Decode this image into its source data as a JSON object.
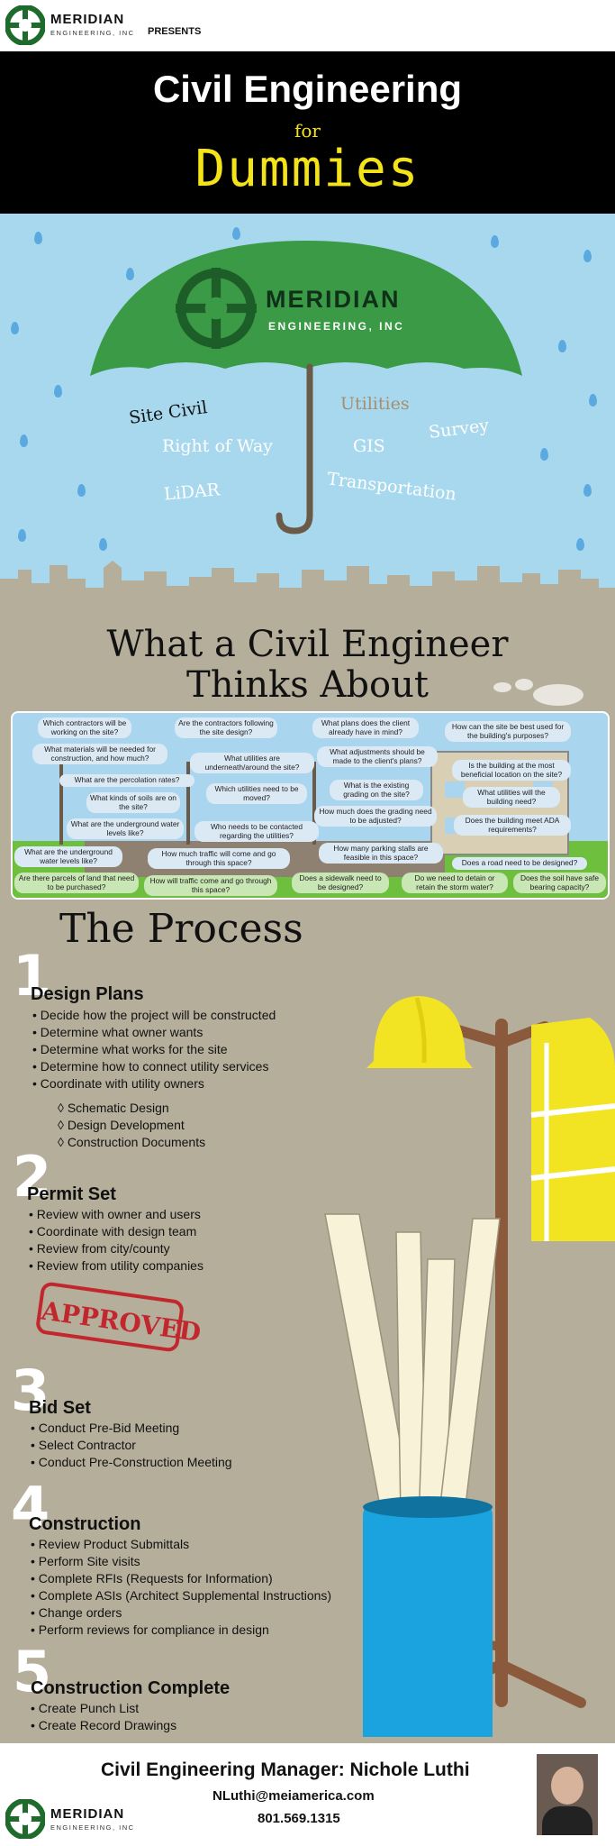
{
  "header": {
    "logo_name": "MERIDIAN",
    "logo_sub": "ENGINEERING, INC",
    "presents": "PRESENTS"
  },
  "title": {
    "line1": "Civil Engineering",
    "line2": "for",
    "line3": "Dummies"
  },
  "umbrella": {
    "logo_name": "MERIDIAN",
    "logo_sub": "ENGINEERING, INC",
    "services": [
      "Site Civil",
      "Utilities",
      "Survey",
      "Right of Way",
      "GIS",
      "LiDAR",
      "Transportation"
    ]
  },
  "thinks": {
    "title_line1": "What a Civil Engineer",
    "title_line2": "Thinks About",
    "questions": [
      "Which contractors will be working on the site?",
      "Are the contractors following the site design?",
      "What plans does the client already have in mind?",
      "How can the site be best used for the building's purposes?",
      "What materials will be needed for construction, and how much?",
      "What utilities are underneath/around the site?",
      "What adjustments should be made to the client's plans?",
      "Is the building at the most beneficial location on the site?",
      "What are the percolation rates?",
      "Which utilities need to be moved?",
      "What is the existing grading on the site?",
      "What utilities will the building need?",
      "What kinds of soils are on the site?",
      "How much does the grading need to be adjusted?",
      "Does the building meet ADA requirements?",
      "What are the underground water levels like?",
      "Who needs to be contacted regarding the utilities?",
      "What are the underground water levels like?",
      "How much traffic will come and go through this space?",
      "How many parking stalls are feasible in this space?",
      "Does a road need to be designed?",
      "Are there parcels of land that need to be purchased?",
      "How will traffic come and go through this space?",
      "Does a sidewalk need to be designed?",
      "Do we need to detain or retain the storm water?",
      "Does the soil have safe bearing capacity?"
    ]
  },
  "process": {
    "title": "The Process",
    "steps": [
      {
        "num": "1",
        "title": "Design Plans",
        "items": [
          "Decide how the project will be constructed",
          "Determine what owner wants",
          "Determine what works for the site",
          "Determine how to connect utility services",
          "Coordinate with utility owners"
        ],
        "sub": [
          "Schematic Design",
          "Design Development",
          "Construction Documents"
        ]
      },
      {
        "num": "2",
        "title": "Permit Set",
        "items": [
          "Review with owner and users",
          "Coordinate with design team",
          "Review from city/county",
          "Review from utility companies"
        ],
        "stamp": "APPROVED"
      },
      {
        "num": "3",
        "title": "Bid Set",
        "items": [
          "Conduct Pre-Bid Meeting",
          "Select Contractor",
          "Conduct Pre-Construction Meeting"
        ]
      },
      {
        "num": "4",
        "title": "Construction",
        "items": [
          "Review Product Submittals",
          "Perform Site visits",
          "Complete RFIs (Requests for Information)",
          "Complete ASIs (Architect Supplemental Instructions)",
          "Change orders",
          "Perform reviews for compliance in design"
        ]
      },
      {
        "num": "5",
        "title": "Construction Complete",
        "items": [
          "Create Punch List",
          "Create Record Drawings"
        ]
      }
    ]
  },
  "footer": {
    "contact_title": "Civil Engineering Manager: Nichole Luthi",
    "email": "NLuthi@meiamerica.com",
    "phone": "801.569.1315",
    "logo_name": "MERIDIAN",
    "logo_sub": "ENGINEERING, INC"
  },
  "colors": {
    "sky": "#a8d8ee",
    "umbrella_green": "#3a9a45",
    "ground": "#b5ae9b",
    "title_yellow": "#f5e31a",
    "hardhat_yellow": "#f2e422",
    "tube_blue": "#1ba3e0",
    "stamp_red": "#c1272d"
  }
}
